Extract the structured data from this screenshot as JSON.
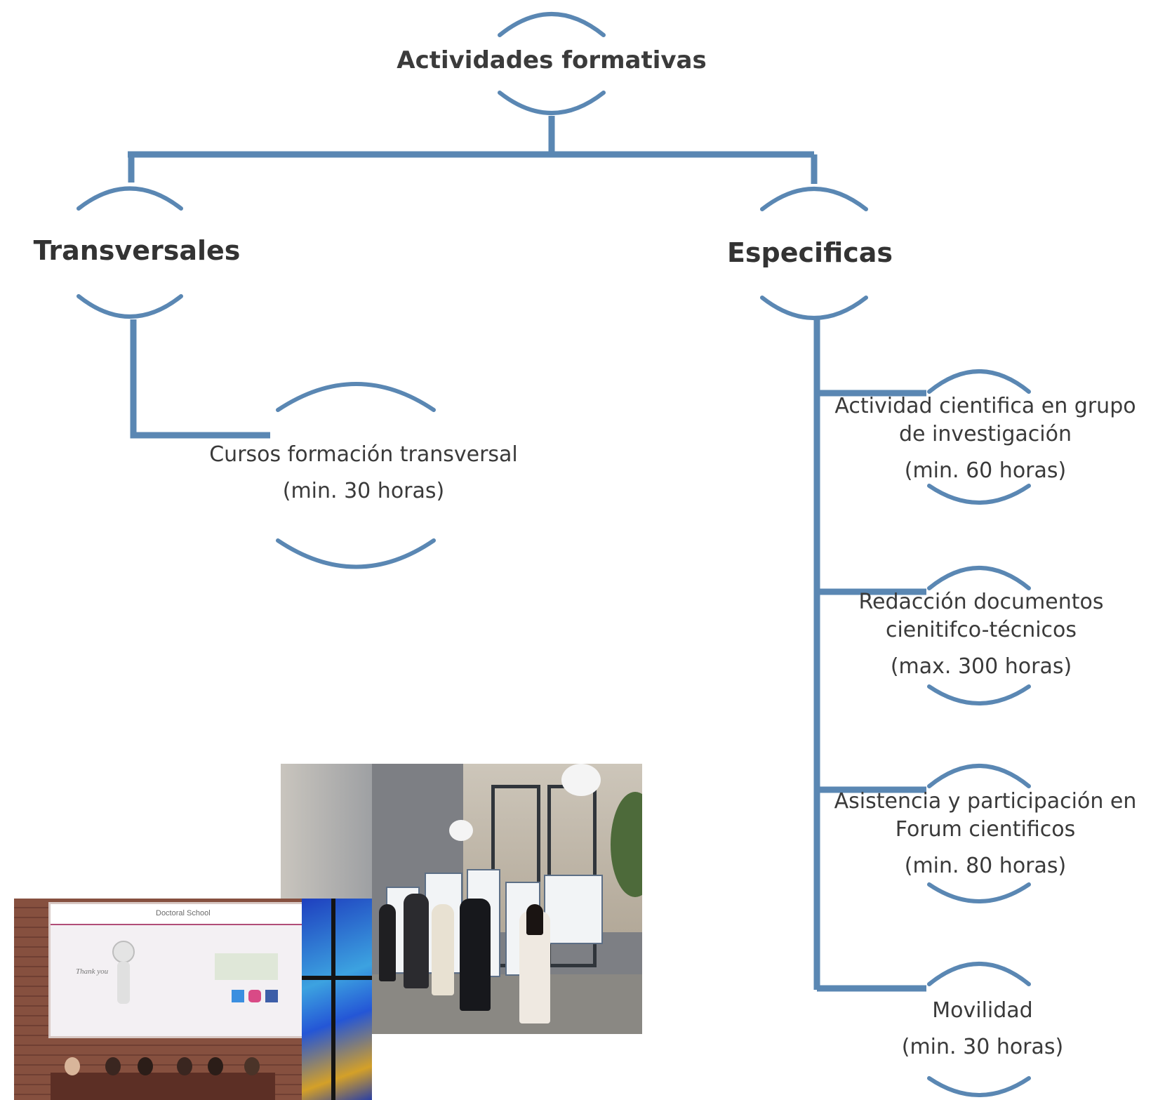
{
  "diagram": {
    "root": {
      "label": "Actividades formativas"
    },
    "transversales": {
      "label": "Transversales",
      "items": [
        {
          "label": "Cursos formación transversal",
          "hours": "(min. 30 horas)"
        }
      ]
    },
    "especificas": {
      "label": "Especificas",
      "items": [
        {
          "line1": "Actividad cientifica en grupo",
          "line2": "de investigación",
          "hours": "(min. 60 horas)"
        },
        {
          "line1": "Redacción documentos",
          "line2": "cienitifco-técnicos",
          "hours": "(max. 300 horas)"
        },
        {
          "line1": "Asistencia y participación en",
          "line2": "Forum cientificos",
          "hours": "(min. 80 horas)"
        },
        {
          "line1": "Movilidad",
          "hours": "(min. 30 horas)"
        }
      ]
    },
    "colors": {
      "connector": "#5a87b3",
      "text": "#333333"
    }
  },
  "photos": {
    "auditorium": {
      "slide_title": "Doctoral School",
      "slide_text": "Thank you",
      "social_icons": [
        "twitter-icon",
        "instagram-icon",
        "facebook-icon"
      ]
    },
    "corridor": {
      "subject": "poster-session"
    }
  }
}
